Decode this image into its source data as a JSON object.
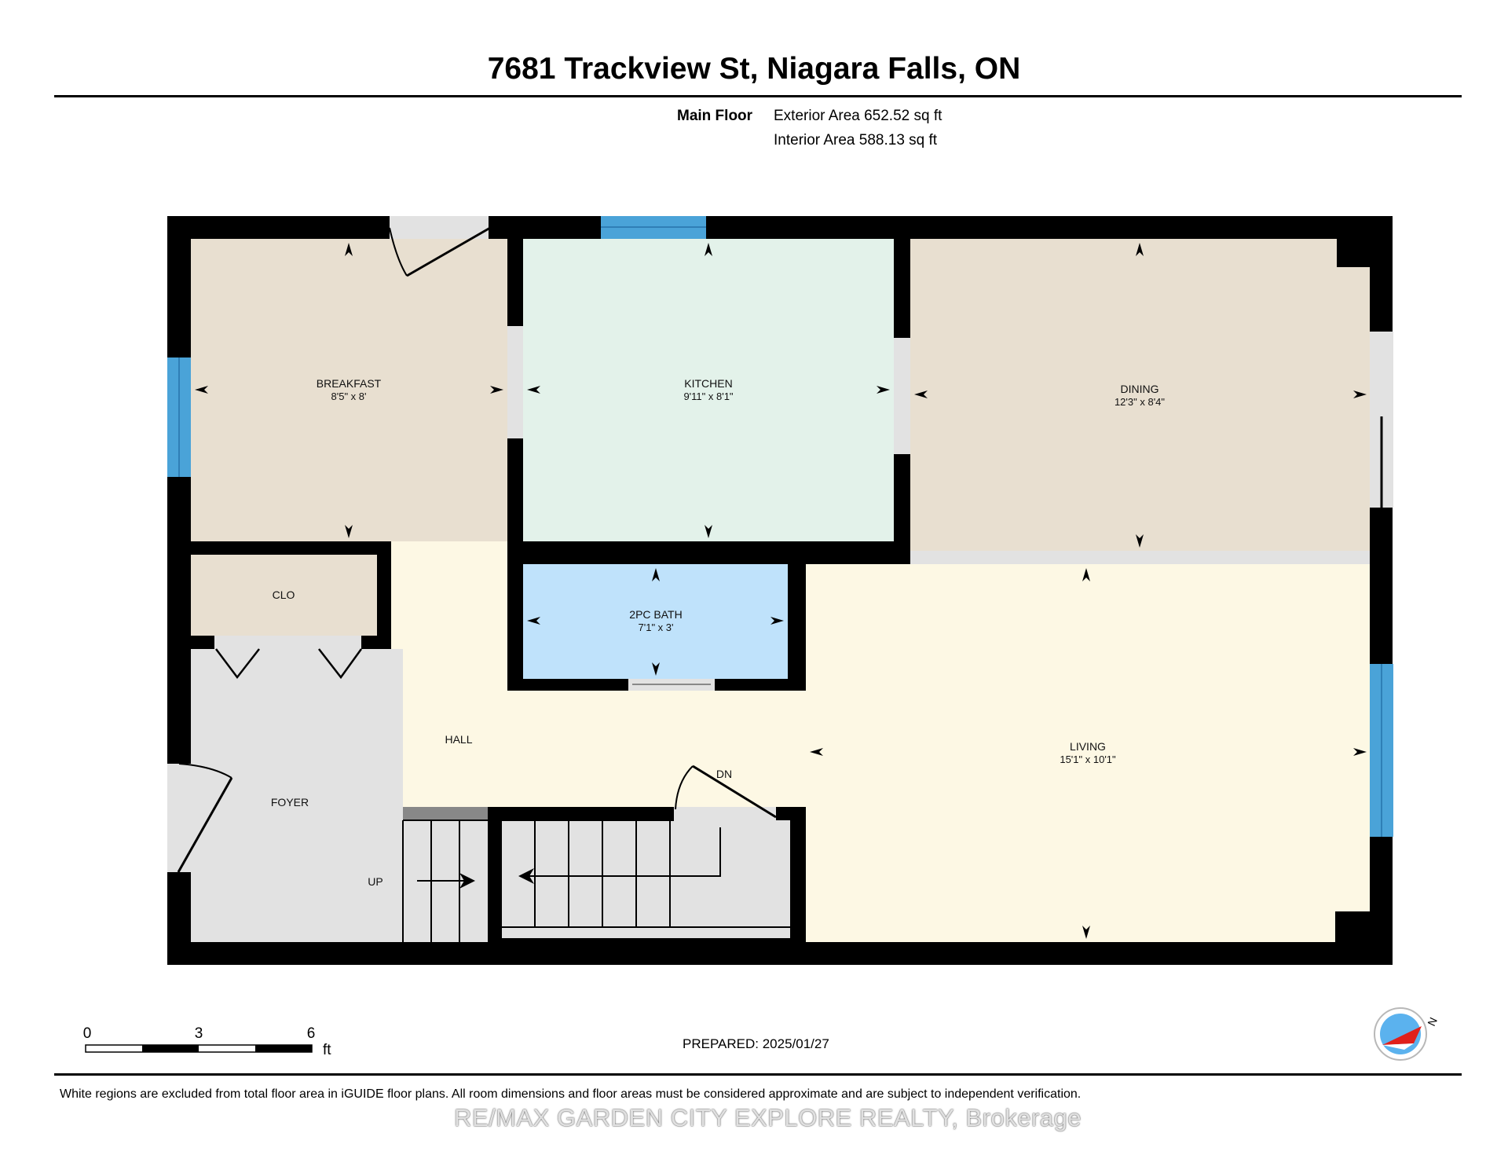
{
  "header": {
    "address": "7681 Trackview St, Niagara Falls, ON"
  },
  "areas": {
    "floor": "Main Floor",
    "exterior": "Exterior Area 652.52 sq ft",
    "interior": "Interior Area 588.13 sq ft"
  },
  "rooms": {
    "breakfast": {
      "name": "BREAKFAST",
      "dim": "8'5\" x 8'"
    },
    "kitchen": {
      "name": "KITCHEN",
      "dim": "9'11\" x 8'1\""
    },
    "dining": {
      "name": "DINING",
      "dim": "12'3\" x 8'4\""
    },
    "clo": {
      "name": "CLO"
    },
    "bath": {
      "name": "2PC BATH",
      "dim": "7'1\" x 3'"
    },
    "hall": {
      "name": "HALL"
    },
    "foyer": {
      "name": "FOYER"
    },
    "living": {
      "name": "LIVING",
      "dim": "15'1\" x 10'1\""
    }
  },
  "stairs": {
    "up": "UP",
    "down": "DN"
  },
  "scale": {
    "t0": "0",
    "t3": "3",
    "t6": "6",
    "unit": "ft"
  },
  "compass": {
    "label": "N"
  },
  "footer": {
    "prepared": "PREPARED: 2025/01/27",
    "disclaimer": "White regions are excluded from total floor area in iGUIDE floor plans. All room dimensions and floor areas must be considered approximate and are subject to independent verification.",
    "watermark": "RE/MAX GARDEN CITY EXPLORE REALTY, Brokerage"
  },
  "colors": {
    "wall": "#000000",
    "breakfast": "#e8dfd0",
    "kitchen": "#e3f2ea",
    "dining": "#e8dfd0",
    "clo": "#e8dfd0",
    "bath": "#bfe2fb",
    "hall": "#fdf8e4",
    "living": "#fdf8e4",
    "foyer": "#e2e2e2",
    "window": "#4aa3d8",
    "compass_needle": "#e0201b"
  }
}
